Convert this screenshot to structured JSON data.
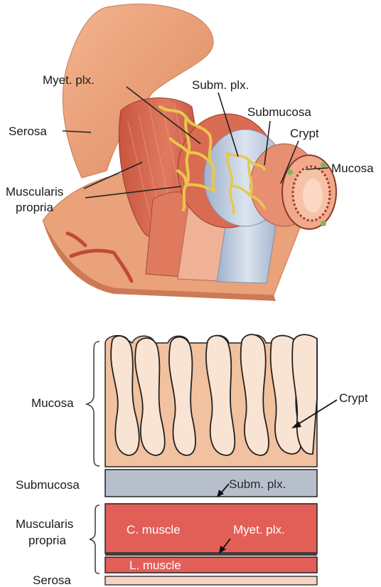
{
  "top_labels": {
    "myet_plx": "Myet. plx.",
    "subm_plx": "Subm. plx.",
    "submucosa": "Submucosa",
    "crypt": "Crypt",
    "serosa": "Serosa",
    "mucosa": "Mucosa",
    "muscularis_line1": "Muscularis",
    "muscularis_line2": "propria"
  },
  "bottom_labels": {
    "mucosa": "Mucosa",
    "crypt": "Crypt",
    "submucosa": "Submucosa",
    "subm_plx": "Subm. plx.",
    "muscularis_line1": "Muscularis",
    "muscularis_line2": "propria",
    "c_muscle": "C. muscle",
    "myet_plx": "Myet. plx.",
    "l_muscle": "L. muscle",
    "serosa": "Serosa"
  },
  "colors": {
    "serosa_outer": "#e9a27a",
    "muscle": "#d2614c",
    "submucosa": "#b7c3d6",
    "mucosa_bg": "#f1c1a0",
    "crypt_fill": "#f9e3d3",
    "plexus": "#e8c84a",
    "band_red": "#e25f58",
    "submucosa_band": "#b8bfcc",
    "serosa_band": "#f6d4c2"
  }
}
